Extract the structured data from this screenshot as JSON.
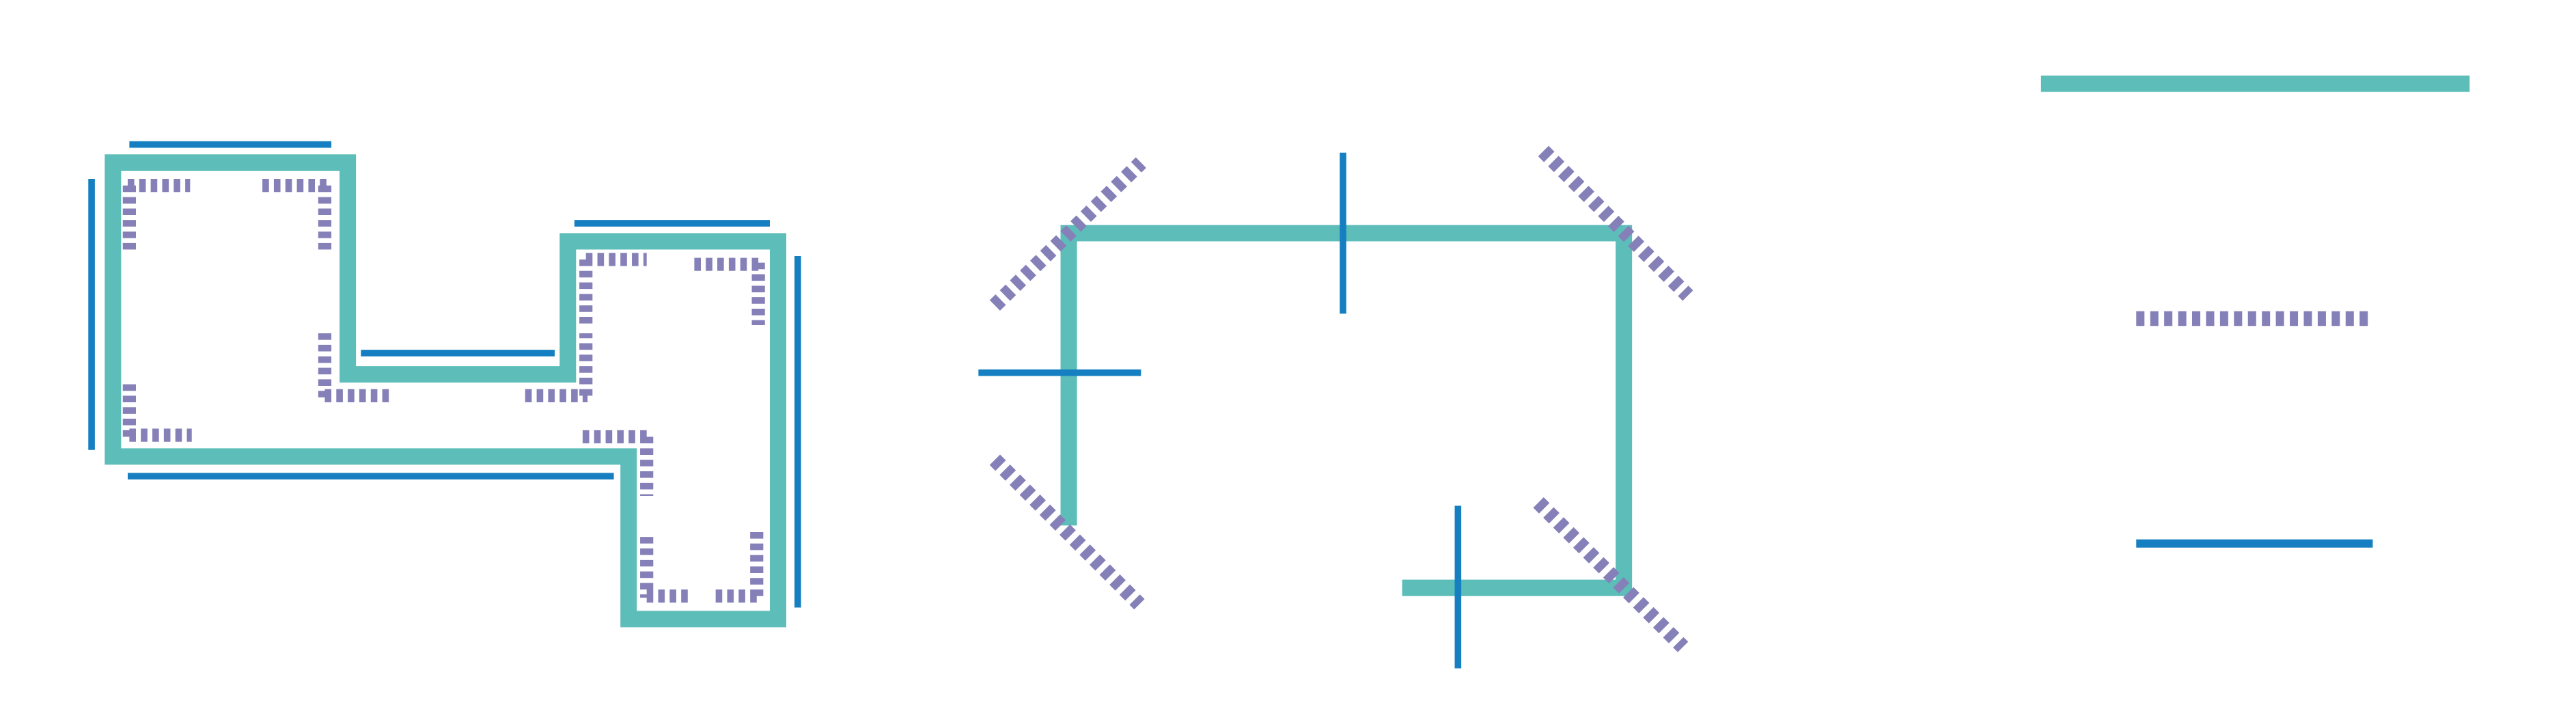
{
  "colors": {
    "background": "#ffffff",
    "path": "#5cbdb9",
    "laser_line": "#167fc1",
    "dotted": "#8581b8"
  },
  "diagrams": [
    {
      "name": "outlined-polygon",
      "description_kind": "polygon with offset solid edges and dotted inner corners"
    },
    {
      "name": "mirror-ring",
      "description_kind": "rectangular path with diagonal dotted mirrors and perpendicular solid markers"
    }
  ],
  "legend": {
    "items": [
      {
        "name": "legend-path-line",
        "style": "path"
      },
      {
        "name": "legend-dotted-line",
        "style": "dotted"
      },
      {
        "name": "legend-solid-line",
        "style": "laser_line"
      }
    ]
  }
}
